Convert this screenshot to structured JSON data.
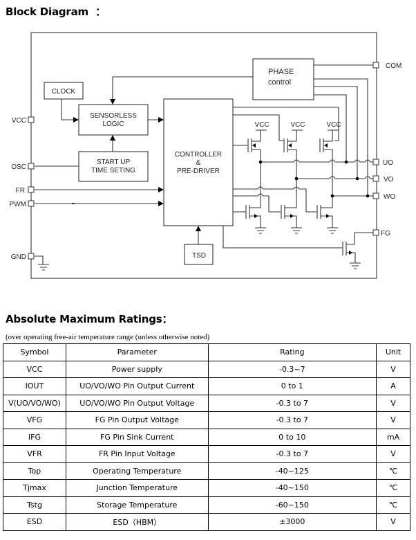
{
  "block_diagram": {
    "title": "Block Diagram  ：",
    "blocks": {
      "clock": "CLOCK",
      "sensorless_line1": "SENSORLESS",
      "sensorless_line2": "LOGIC",
      "startup_line1": "START UP",
      "startup_line2": "TIME SETING",
      "controller_line1": "CONTROLLER",
      "controller_line2": "&",
      "controller_line3": "PRE-DRIVER",
      "phase_line1": "PHASE",
      "phase_line2": "control",
      "tsd": "TSD",
      "vcc_supply": "VCC"
    },
    "pins": {
      "vcc": "VCC",
      "osc": "OSC",
      "fr": "FR",
      "pwm": "PWM",
      "gnd": "GND",
      "com": "COM",
      "uo": "UO",
      "vo": "VO",
      "wo": "WO",
      "fg": "FG"
    }
  },
  "ratings": {
    "title": "Absolute Maximum Ratings：",
    "note": "(over operating free-air temperature range (unless otherwise noted)",
    "headers": [
      "Symbol",
      "Parameter",
      "Rating",
      "Unit"
    ],
    "rows": [
      [
        "VCC",
        "Power supply",
        "-0.3~7",
        "V"
      ],
      [
        "IOUT",
        "UO/VO/WO Pin Output Current",
        "0 to 1",
        "A"
      ],
      [
        "V(UO/VO/WO)",
        "UO/VO/WO Pin Output Voltage",
        "-0.3 to 7",
        "V"
      ],
      [
        "VFG",
        "FG Pin Output Voltage",
        "-0.3 to 7",
        "V"
      ],
      [
        "IFG",
        "FG Pin Sink Current",
        "0 to 10",
        "mA"
      ],
      [
        "VFR",
        "FR Pin Input Voltage",
        "-0.3 to 7",
        "V"
      ],
      [
        "Top",
        "Operating Temperature",
        "-40~125",
        "℃"
      ],
      [
        "Tjmax",
        "Junction Temperature",
        "-40~150",
        "℃"
      ],
      [
        "Tstg",
        "Storage Temperature",
        "-60~150",
        "℃"
      ],
      [
        "ESD",
        "ESD（HBM）",
        "±3000",
        "V"
      ]
    ]
  }
}
